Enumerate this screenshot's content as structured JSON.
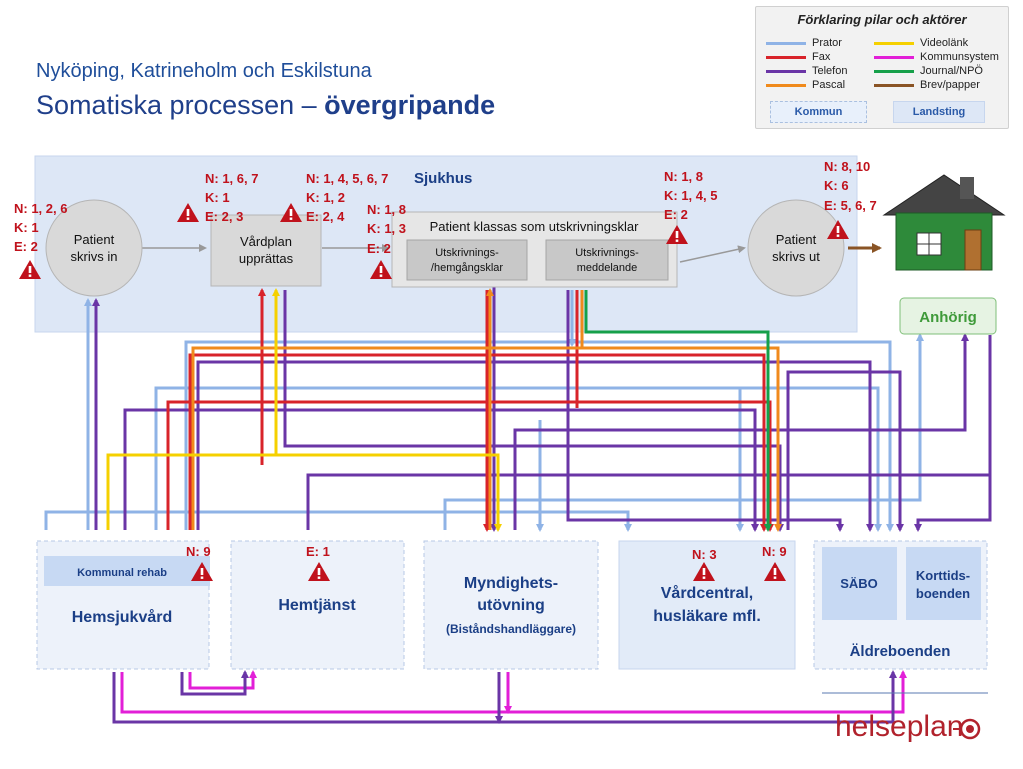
{
  "header": {
    "subtitle": "Nyköping, Katrineholm och Eskilstuna",
    "title_plain": "Somatiska processen – ",
    "title_bold": "övergripande"
  },
  "legend": {
    "title": "Förklaring pilar och aktörer",
    "items": [
      {
        "label": "Prator",
        "color": "#8fb3e6"
      },
      {
        "label": "Videolänk",
        "color": "#f5d000"
      },
      {
        "label": "Fax",
        "color": "#d8232a"
      },
      {
        "label": "Kommunsystem",
        "color": "#e21fd7"
      },
      {
        "label": "Telefon",
        "color": "#6a35a6"
      },
      {
        "label": "Journal/NPÖ",
        "color": "#16a04a"
      },
      {
        "label": "Pascal",
        "color": "#f08a1c"
      },
      {
        "label": "Brev/papper",
        "color": "#8a5425"
      }
    ],
    "kommun": "Kommun",
    "landsting": "Landsting"
  },
  "hospital": {
    "label": "Sjukhus",
    "patient_in": [
      "Patient",
      "skrivs in"
    ],
    "vardplan": [
      "Vårdplan",
      "upprättas"
    ],
    "classification": "Patient klassas som utskrivningsklar",
    "sub1": [
      "Utskrivnings-",
      "/hemgångsklar"
    ],
    "sub2": [
      "Utskrivnings-",
      "meddelande"
    ],
    "patient_out": [
      "Patient",
      "skrivs ut"
    ]
  },
  "warnings": {
    "w_in": [
      "N: 1, 2, 6",
      "K: 1",
      "E: 2"
    ],
    "w_plan": [
      "N: 1, 6, 7",
      "K: 1",
      "E: 2, 3"
    ],
    "w_plan2": [
      "N: 1, 4, 5, 6, 7",
      "K: 1, 2",
      "E: 2, 4"
    ],
    "w_class": [
      "N: 1, 8",
      "K: 1, 3",
      "E: 2"
    ],
    "w_sub2": [
      "N: 1, 8",
      "K: 1, 4, 5",
      "E: 2"
    ],
    "w_out": [
      "N: 8, 10",
      "K: 6",
      "E: 5, 6, 7"
    ],
    "w_hem": "N: 9",
    "w_hemtjanst": "E: 1",
    "w_vc": "N: 3",
    "w_vc2": "N: 9"
  },
  "actors": {
    "anhorig": "Anhörig",
    "kommunal_rehab": "Kommunal rehab",
    "hemsjukvard": "Hemsjukvård",
    "hemtjanst": "Hemtjänst",
    "myndighet": [
      "Myndighets-",
      "utövning",
      "(Biståndshandläggare)"
    ],
    "vardcentral": [
      "Vårdcentral,",
      "husläkare mfl."
    ],
    "sabo": "SÄBO",
    "korttids": [
      "Korttids-",
      "boenden"
    ],
    "aldreboenden": "Äldreboenden"
  },
  "logo": {
    "text": "helseplan"
  }
}
